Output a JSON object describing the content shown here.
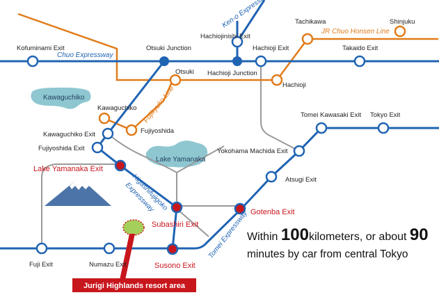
{
  "roads": {
    "chuo_expressway": "Chuo Expressway",
    "keno_expressway": "Ken-o Expressway",
    "higashifujigoko_expressway_1": "Higashifujigoko",
    "higashifujigoko_expressway_2": "Expressway",
    "tomei_expressway": "Tomei Expressway"
  },
  "railways": {
    "jr_chuo_honsen_line": "JR Chuo Honsen Line",
    "fujikyuko_line": "Fujikyuko Line"
  },
  "lakes": {
    "kawaguchiko": "Kawaguchiko",
    "yamanaka": "Lake Yamanaka"
  },
  "places": {
    "kofuminami_exit": "Kofuminami Exit",
    "otsuki_junction": "Otsuki Junction",
    "hachiojinishi_exit": "Hachiojinishi Exit",
    "hachioji_exit": "Hachioji Exit",
    "takaido_exit": "Takaido Exit",
    "tachikawa": "Tachikawa",
    "shinjuku": "Shinjuku",
    "otsuki": "Otsuki",
    "hachioji_junction": "Hachioji Junction",
    "hachioji": "Hachioji",
    "kawaguchiko_station": "Kawaguchiko",
    "fujiyoshida": "Fujiyoshida",
    "kawaguchiko_exit": "Kawaguchiko Exit",
    "fujiyoshida_exit": "Fujiyoshida Exit",
    "tomei_kawasaki_exit": "Tomei Kawasaki Exit",
    "tokyo_exit": "Tokyo Exit",
    "yokohama_machida_exit": "Yokohama Machida Exit",
    "atsugi_exit": "Atsugi Exit",
    "lake_yamanaka_exit": "Lake Yamanaka Exit",
    "subashiri_exit": "Subashiri Exit",
    "gotenba_exit": "Gotenba Exit",
    "susono_exit": "Susono Exit",
    "fuji_exit": "Fuji Exit",
    "numazu_exit": "Numazu Exit"
  },
  "resort_label": "Jurigi Highlands resort area",
  "tagline": {
    "prefix": "Within ",
    "distance_value": "100",
    "middle": "kilometers, or about ",
    "time_value": "90",
    "line2": "minutes by car from central Tokyo"
  },
  "colors": {
    "expressway": "#1f63b3",
    "railway": "#e07b19",
    "other_road": "#9a9a9a",
    "lake": "#8fc7d1",
    "highlight": "#c8161d",
    "resort_fill": "#a5cf5b",
    "mountain": "#4c74a8"
  },
  "icons": {
    "mount_fuji": "mountain-icon",
    "resort_area": "green-area-icon"
  }
}
